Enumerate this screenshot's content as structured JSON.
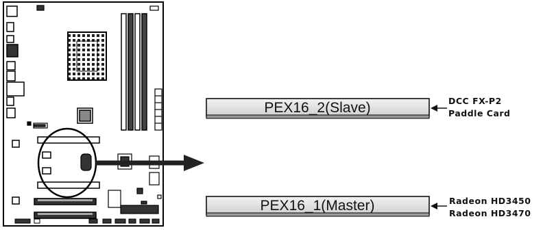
{
  "slots": {
    "slave": {
      "label": "PEX16_2(Slave)",
      "notes": [
        "DCC FX-P2",
        "Paddle Card"
      ]
    },
    "master": {
      "label": "PEX16_1(Master)",
      "notes": [
        "Radeon HD3450",
        "Radeon HD3470"
      ]
    }
  },
  "colors": {
    "slot_fill": "#d9d9d9",
    "slot_fill_light": "#efefef",
    "board_line": "#000000",
    "arrow": "#222222"
  },
  "icons": {
    "pointer": "left-arrow-icon",
    "callout_arrow": "right-arrow-icon"
  }
}
